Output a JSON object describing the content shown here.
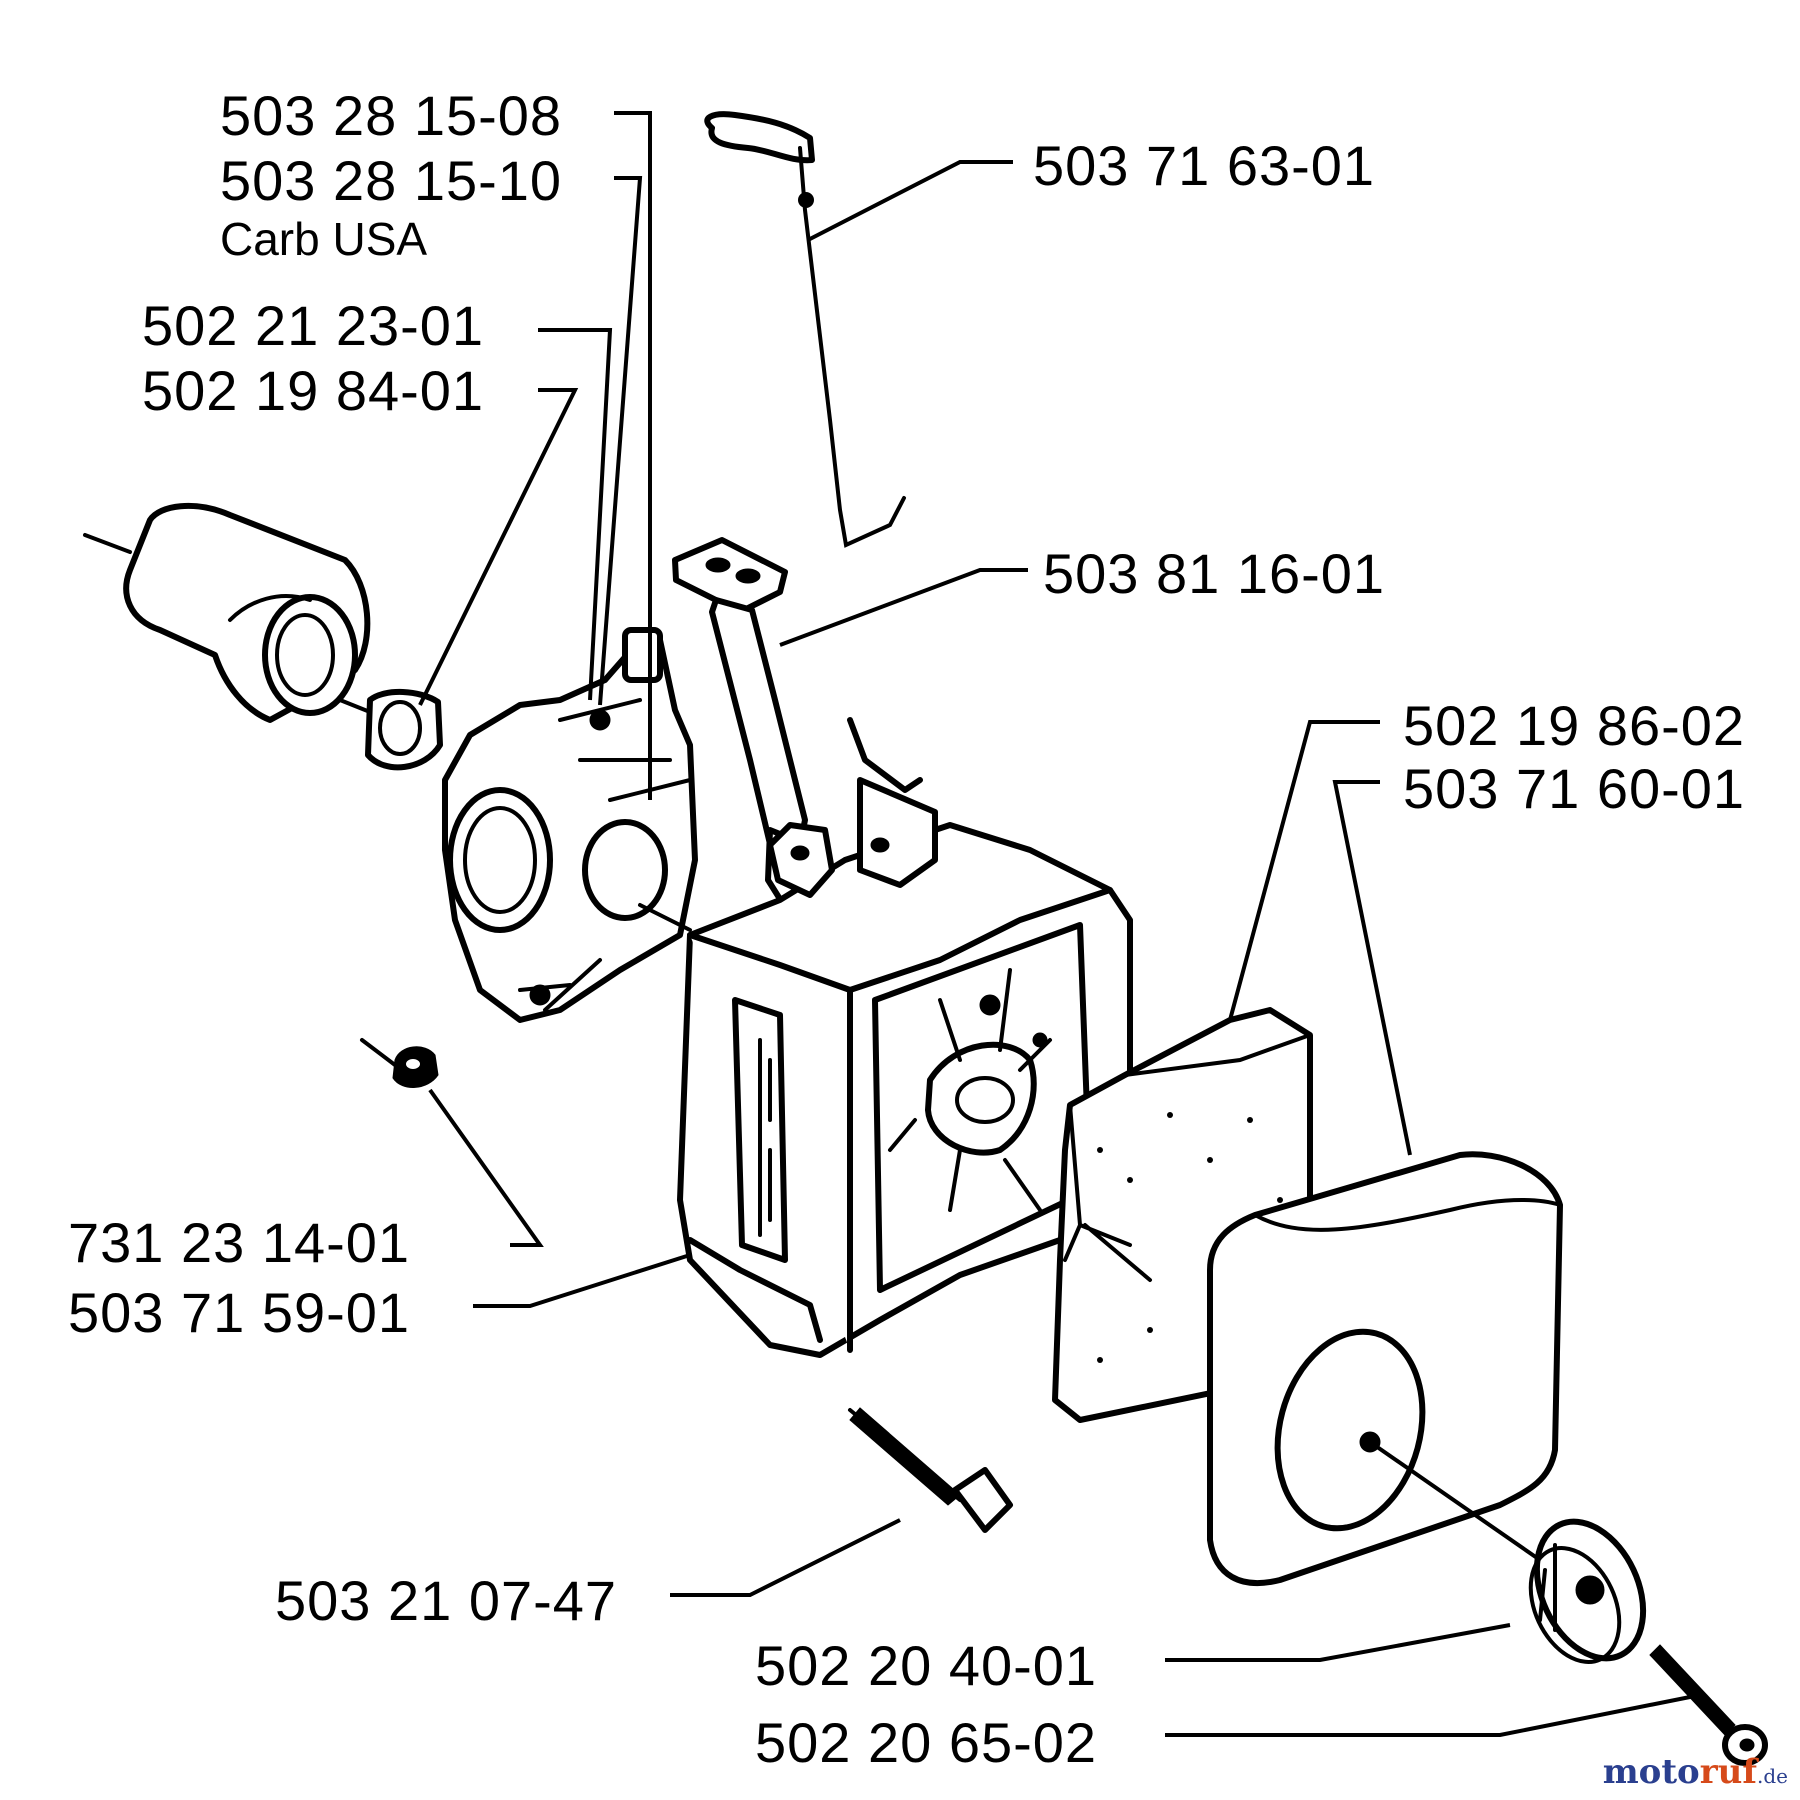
{
  "parts": {
    "carb_a": "503 28 15-08",
    "carb_b": "503 28 15-10",
    "carb_note": "Carb USA",
    "intake_a": "502 21 23-01",
    "intake_b": "502 19 84-01",
    "choke_rod": "503 71 63-01",
    "throttle_rod": "503 81 16-01",
    "filter_a": "502 19 86-02",
    "filter_b": "503 71 60-01",
    "nut": "731 23 14-01",
    "housing": "503 71 59-01",
    "screw": "503 21 07-47",
    "knob_a": "502 20 40-01",
    "knob_b": "502 20 65-02"
  },
  "watermark": {
    "brand_a": "moto",
    "brand_b": "ruf",
    "tld": ".de"
  }
}
